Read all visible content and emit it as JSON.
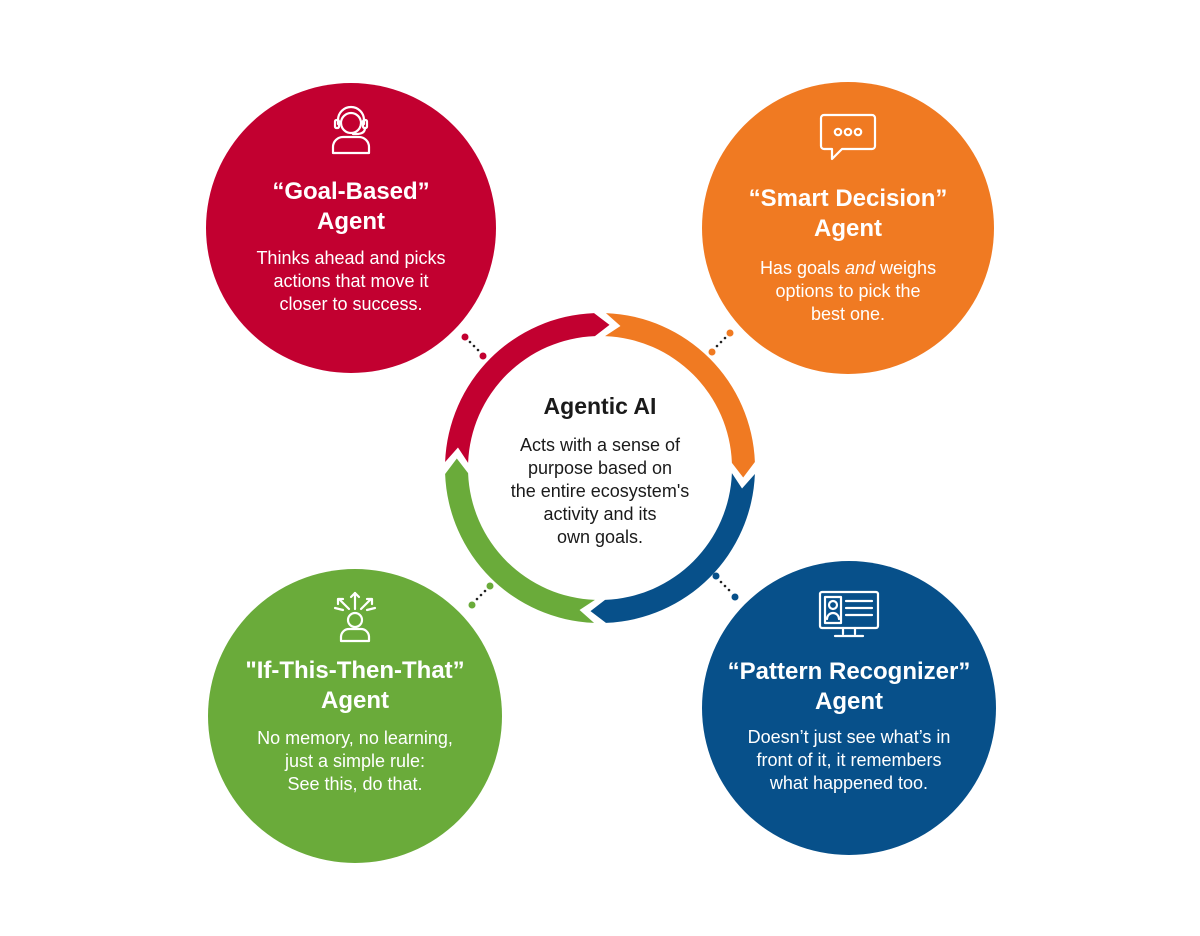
{
  "center": {
    "title": "Agentic AI",
    "description": [
      "Acts with a sense of",
      "purpose based on",
      "the entire ecosystem's",
      "activity and its",
      "own goals."
    ]
  },
  "agents": {
    "goal_based": {
      "title": [
        "“Goal-Based”",
        "Agent"
      ],
      "description": [
        "Thinks ahead and picks",
        "actions that move it",
        "closer to success."
      ],
      "color": "#C20030",
      "icon": "headset-user-icon"
    },
    "smart_decision": {
      "title": [
        "“Smart Decision”",
        "Agent"
      ],
      "description_parts": [
        [
          "Has goals ",
          "and",
          " weighs"
        ],
        "options to pick the",
        "best one."
      ],
      "color": "#F07A22",
      "icon": "chat-bubble-icon"
    },
    "if_this_then_that": {
      "title": [
        "\"If-This-Then-That”",
        "Agent"
      ],
      "description": [
        "No memory, no learning,",
        "just a simple rule:",
        "See this, do that."
      ],
      "color": "#6AAB3A",
      "icon": "decision-person-icon"
    },
    "pattern_recognizer": {
      "title": [
        "“Pattern Recognizer”",
        "Agent"
      ],
      "description": [
        "Doesn’t just see what’s in",
        "front of it, it remembers",
        "what happened too."
      ],
      "color": "#07508A",
      "icon": "monitor-profile-icon"
    }
  },
  "ring_colors": {
    "top_left": "#C20030",
    "top_right": "#F07A22",
    "bottom_right": "#07508A",
    "bottom_left": "#6AAB3A"
  }
}
